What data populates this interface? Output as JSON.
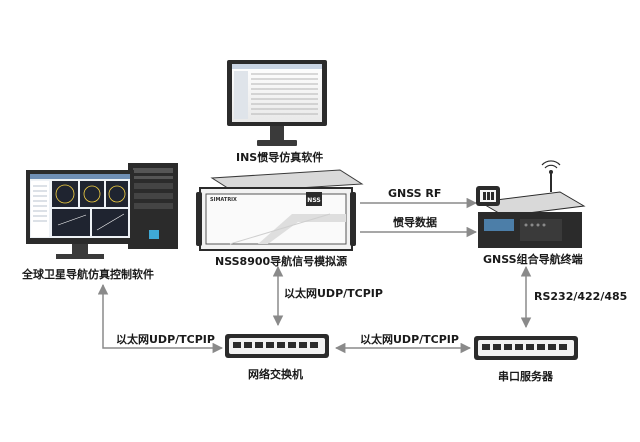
{
  "nodes": {
    "ins_software": "INS惯导仿真软件",
    "simulator": "NSS8900导航信号模拟源",
    "simulator_front_brand": "SIMATRIX",
    "simulator_front_badge": "NSS",
    "control_software": "全球卫星导航仿真控制软件",
    "gnss_terminal": "GNSS组合导航终端",
    "switch": "网络交换机",
    "serial_server": "串口服务器"
  },
  "edges": {
    "gnss_rf": "GNSS RF",
    "ins_data": "惯导数据",
    "sim_to_switch": "以太网UDP/TCPIP",
    "pc_to_switch": "以太网UDP/TCPIP",
    "switch_to_serial": "以太网UDP/TCPIP",
    "serial_to_terminal": "RS232/422/485"
  },
  "colors": {
    "line": "#8a8a8a",
    "device_dark": "#2b2b2b",
    "device_light": "#f4f4f4",
    "outline": "#3a3a3a"
  }
}
